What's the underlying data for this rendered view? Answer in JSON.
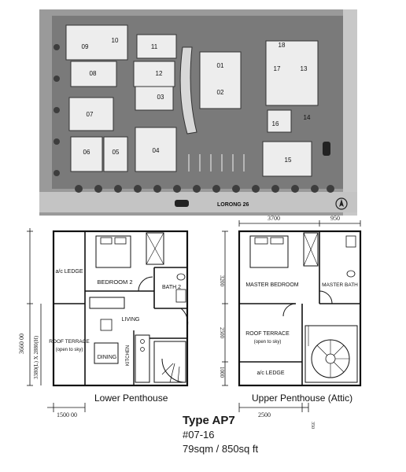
{
  "site_plan": {
    "blocks": [
      "01",
      "02",
      "03",
      "04",
      "05",
      "06",
      "07",
      "08",
      "09",
      "10",
      "11",
      "12",
      "13",
      "14",
      "15",
      "16",
      "17",
      "18"
    ],
    "road_label": "LORONG 26"
  },
  "lower_penthouse": {
    "caption": "Lower Penthouse",
    "rooms": {
      "ac_ledge": "a/c LEDGE",
      "bedroom": "BEDROOM 2",
      "bath": "BATH 2",
      "living": "LIVING",
      "roof_terrace": "ROOF TERRACE",
      "roof_terrace_note": "(open to sky)",
      "dining": "DINING",
      "kitchen": "KITCHEN"
    },
    "dimensions": {
      "height_total": "3660 00",
      "height_detail": "3380(L) X 2880(H)",
      "width": "1500 00"
    }
  },
  "upper_penthouse": {
    "caption": "Upper Penthouse (Attic)",
    "rooms": {
      "master_bedroom": "MASTER BEDROOM",
      "master_bath": "MASTER BATH",
      "roof_terrace": "ROOF TERRACE",
      "roof_terrace_note": "(open to sky)",
      "ac_ledge": "a/c LEDGE"
    },
    "dimensions": {
      "width_left": "3700",
      "width_right": "950",
      "height_top": "3200",
      "height_mid": "2500",
      "height_bottom": "1000",
      "bottom_width": "2500",
      "bottom_small": "350"
    }
  },
  "unit": {
    "type": "Type AP7",
    "number": "#07-16",
    "area": "79sqm / 850sq ft"
  }
}
